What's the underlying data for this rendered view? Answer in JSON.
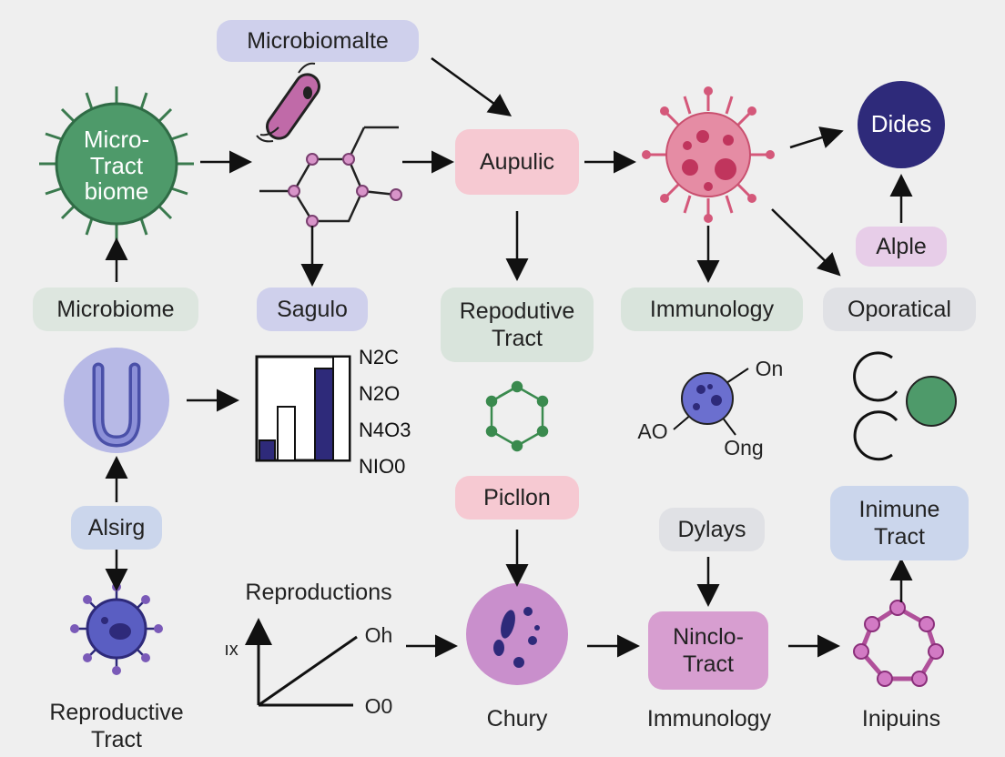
{
  "labels": {
    "microbiomalte": "Microbiomalte",
    "micro_tract_biome": "Micro-\nTract\nbiome",
    "aupulic": "Aupulic",
    "dides": "Dides",
    "alple": "Alple",
    "microbiome": "Microbiome",
    "sagulo": "Sagulo",
    "repodutive_tract": "Repodutive\nTract",
    "immunology_top": "Immunology",
    "oporatical": "Oporatical",
    "alsirg": "Alsirg",
    "picllon": "Picllon",
    "dylays": "Dylays",
    "inimune_tract": "Inimune\nTract",
    "reproductions": "Reproductions",
    "reproductive_tract": "Reproductive\nTract",
    "ix": "ıx",
    "o_h": "Oh",
    "o_0": "O0",
    "chury": "Chury",
    "ninclo_tract": "Ninclo-\nTract",
    "immunology_bottom": "Immunology",
    "inipuins": "Inipuins",
    "on": "On",
    "ao": "AO",
    "ong": "Ong"
  },
  "chem_labels": [
    "N2C",
    "N2O",
    "N4O3",
    "NIO0"
  ],
  "colors": {
    "green": "#4e9a6a",
    "purple": "#2e2a7a",
    "pink": "#e58ca4",
    "magenta": "#b0509a",
    "lavender": "#b7b9e6"
  }
}
